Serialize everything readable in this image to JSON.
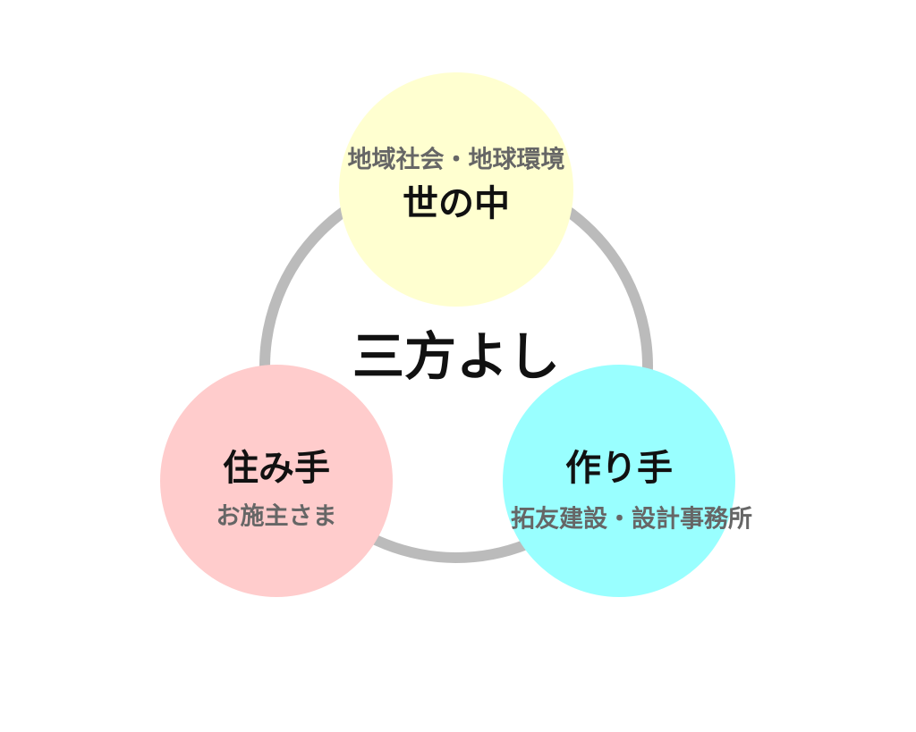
{
  "center": {
    "label": "三方よし"
  },
  "nodes": [
    {
      "title": "世の中",
      "subtitle": "地域社会・地球環境",
      "color": "#ffffd0"
    },
    {
      "title": "住み手",
      "subtitle": "お施主さま",
      "color": "#ffcccc"
    },
    {
      "title": "作り手",
      "subtitle": "拓友建設・設計事務所",
      "color": "#99ffff"
    }
  ],
  "ring_color": "#bbbbbb"
}
